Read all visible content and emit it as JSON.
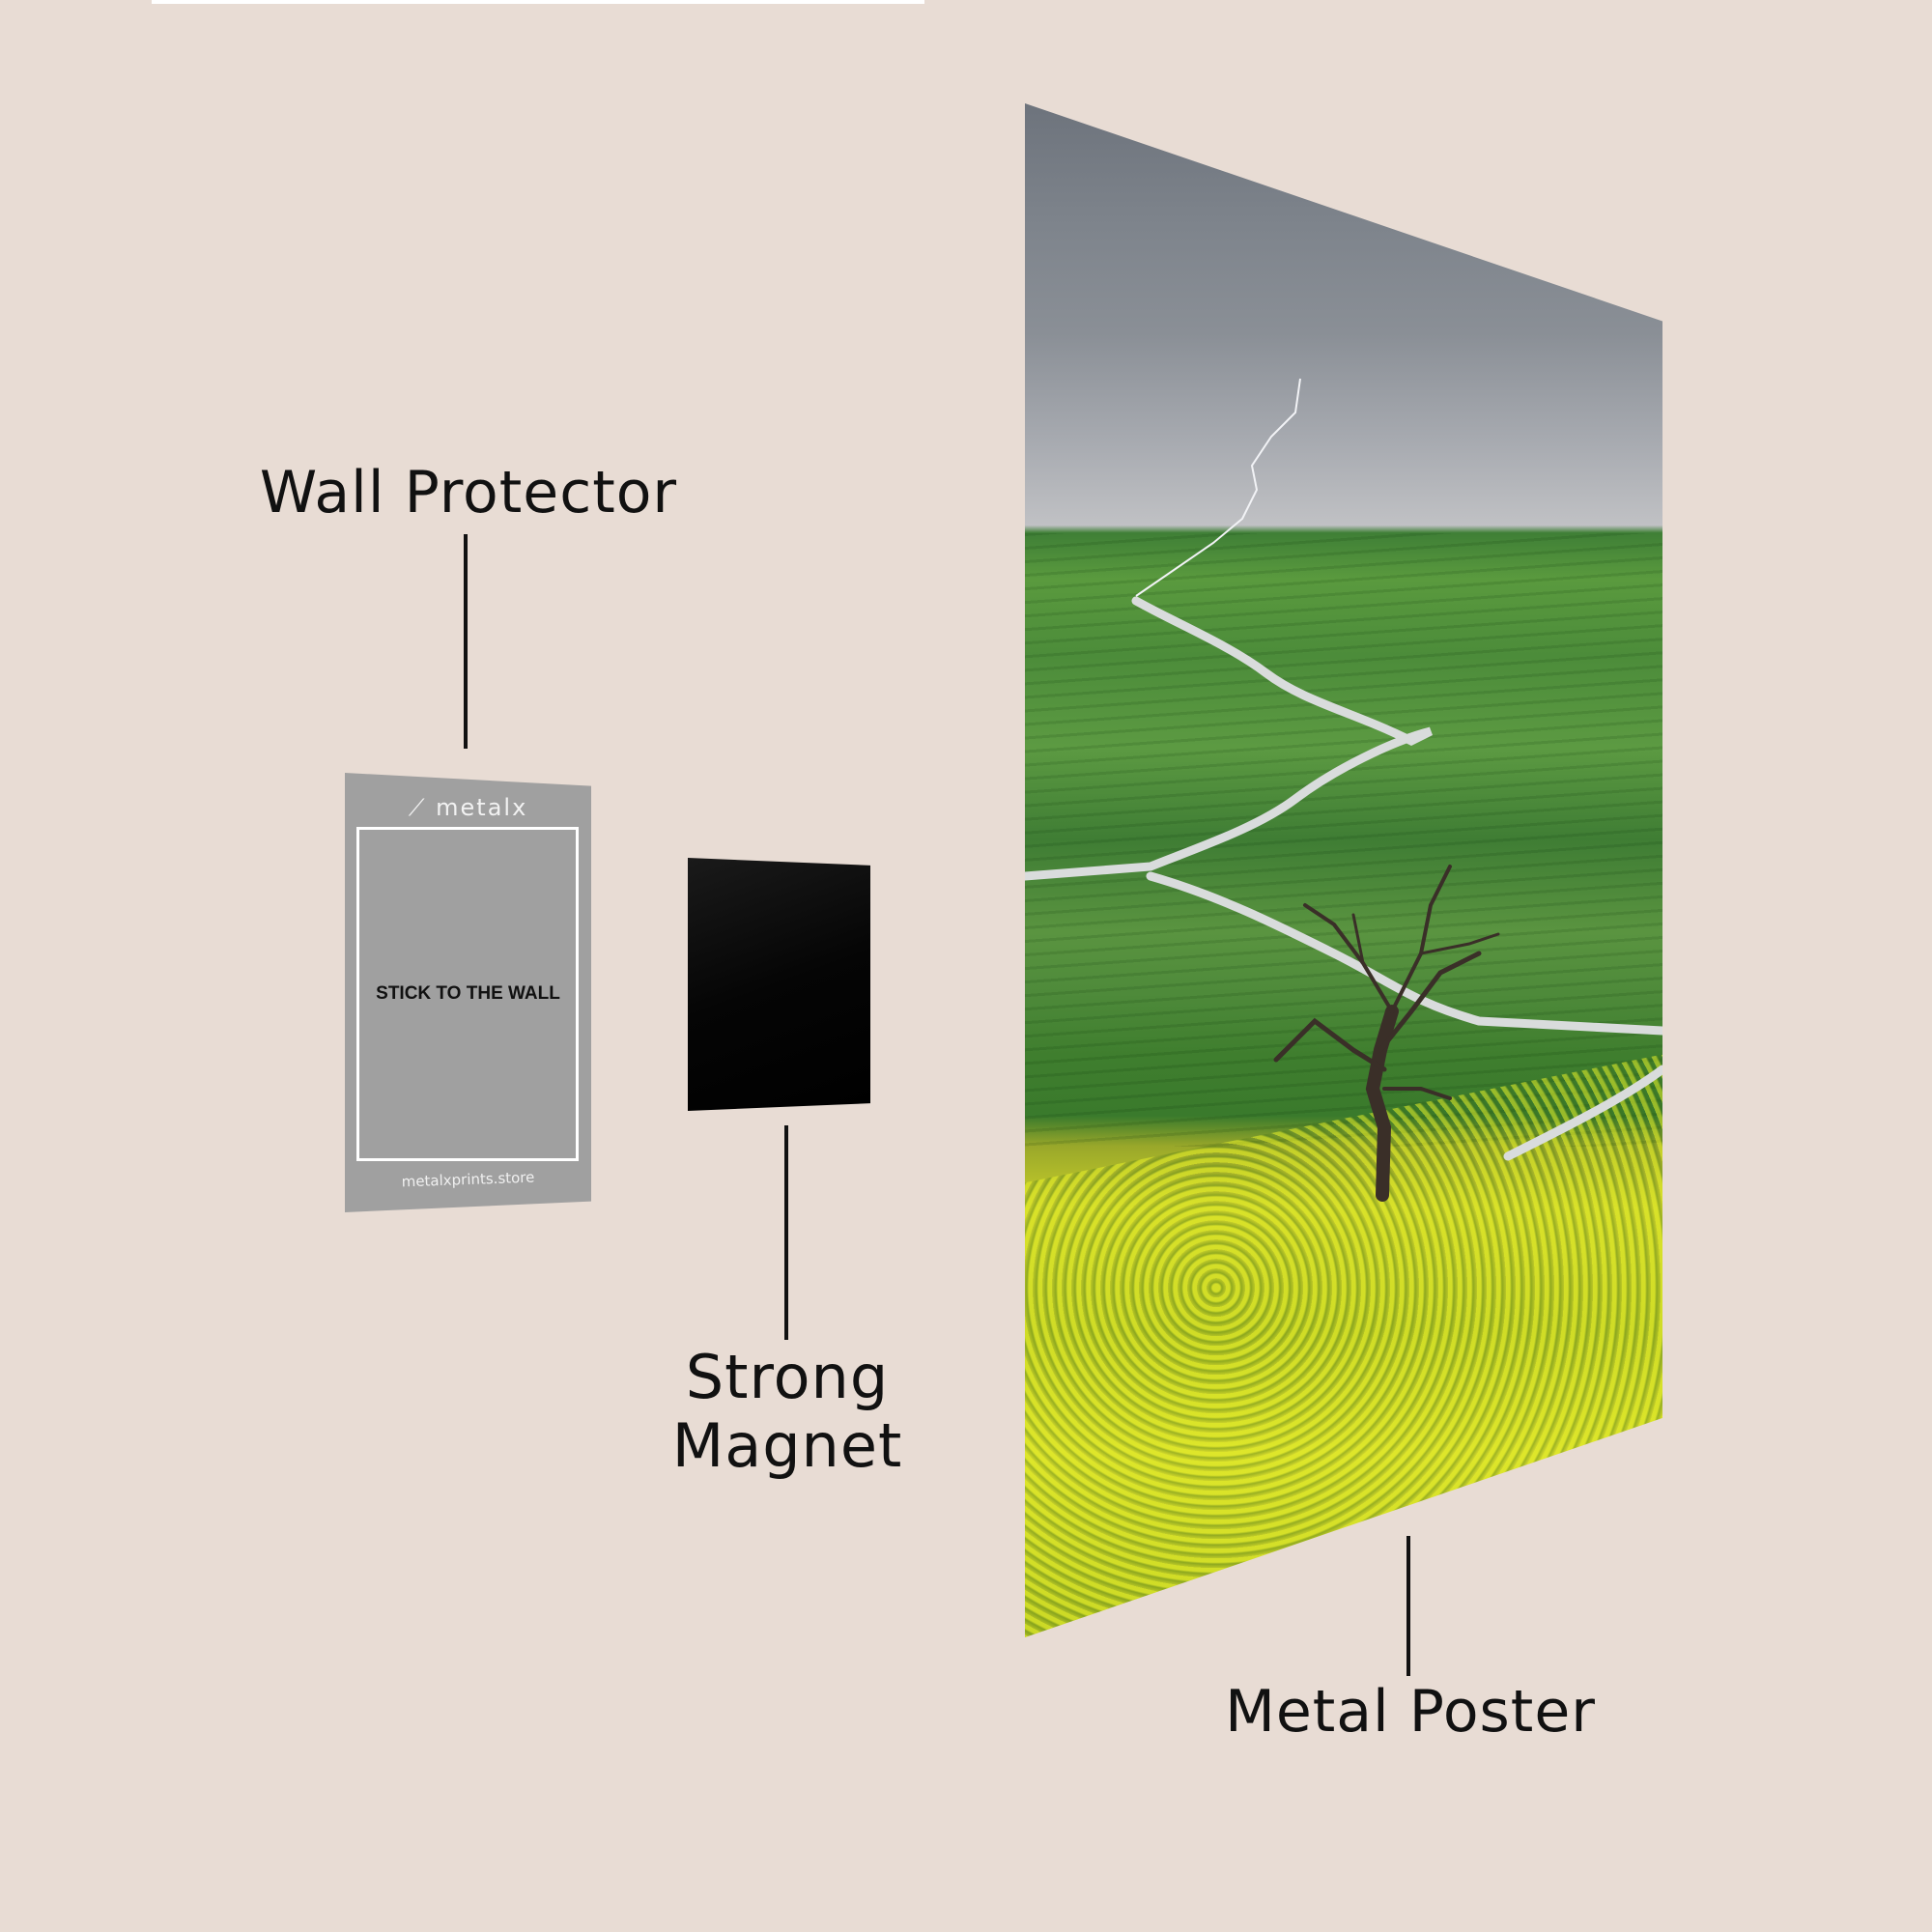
{
  "labels": {
    "wall_protector": "Wall Protector",
    "strong_magnet_line1": "Strong",
    "strong_magnet_line2": "Magnet",
    "metal_poster": "Metal Poster"
  },
  "wall_protector_card": {
    "logo_text": "metalx",
    "instruction": "STICK TO THE WALL",
    "website": "metalxprints.store",
    "color": "#a0a0a0"
  },
  "magnet": {
    "color": "#000000"
  },
  "poster": {
    "subject": "landscape-photo: stormy sky with lightning, green striped rolling fields, winding white road, bare tree, yellow rapeseed flowers"
  },
  "colors": {
    "background": "#e8dcd4",
    "text": "#111111",
    "sky": "#7e848c",
    "field": "#4c8c3a",
    "flowers": "#c9d02a"
  }
}
